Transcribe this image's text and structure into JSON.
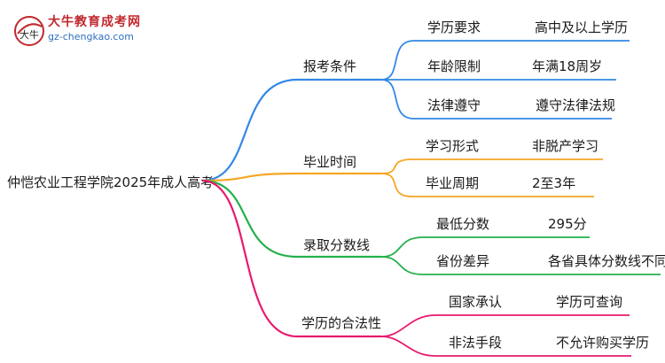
{
  "logo": {
    "name": "大牛教育成考网",
    "url": "gz-chengkao.com",
    "mark_text": "大牛"
  },
  "root": {
    "label": "仲恺农业工程学院2025年成人高考"
  },
  "branches": [
    {
      "label": "报考条件",
      "color": "#3388e6",
      "children": [
        {
          "label": "学历要求",
          "value": "高中及以上学历"
        },
        {
          "label": "年龄限制",
          "value": "年满18周岁"
        },
        {
          "label": "法律遵守",
          "value": "遵守法律法规"
        }
      ]
    },
    {
      "label": "毕业时间",
      "color": "#f5a623",
      "children": [
        {
          "label": "学习形式",
          "value": "非脱产学习"
        },
        {
          "label": "毕业周期",
          "value": "2至3年"
        }
      ]
    },
    {
      "label": "录取分数线",
      "color": "#22b04b",
      "children": [
        {
          "label": "最低分数",
          "value": "295分"
        },
        {
          "label": "省份差异",
          "value": "各省具体分数线不同"
        }
      ]
    },
    {
      "label": "学历的合法性",
      "color": "#e8196e",
      "children": [
        {
          "label": "国家承认",
          "value": "学历可查询"
        },
        {
          "label": "非法手段",
          "value": "不允许购买学历"
        }
      ]
    }
  ]
}
